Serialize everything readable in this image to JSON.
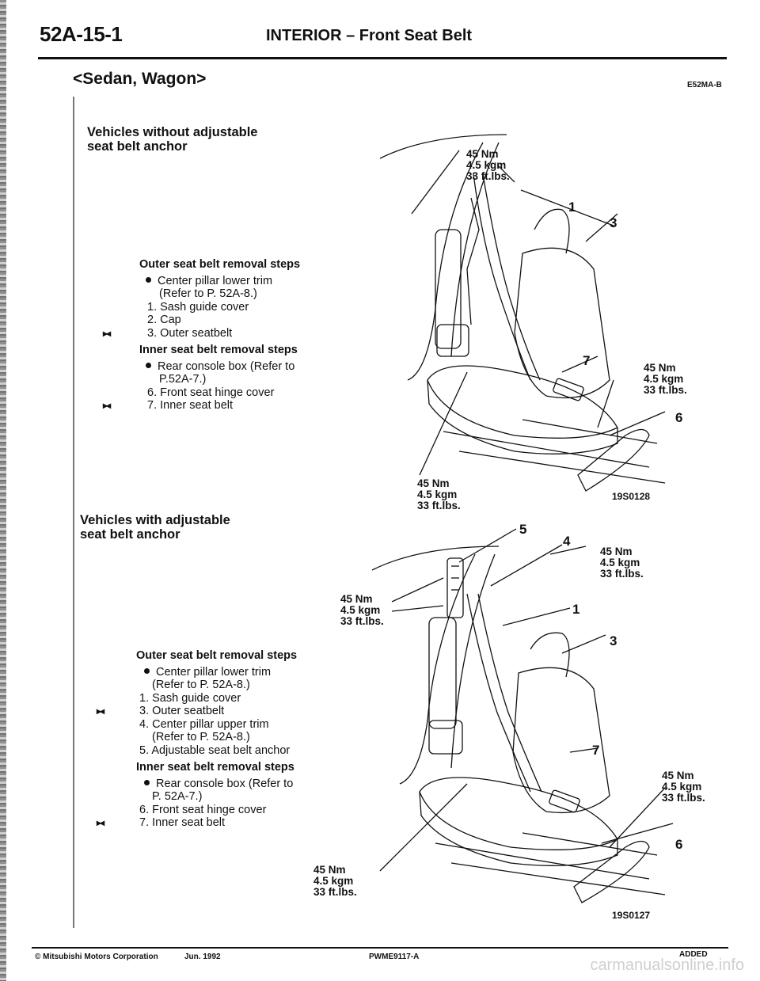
{
  "header": {
    "code": "52A-15-1",
    "title": "INTERIOR – Front Seat Belt"
  },
  "subtitle": "<Sedan, Wagon>",
  "doc_code": "E52MA-B",
  "section1": {
    "title_line1": "Vehicles without adjustable",
    "title_line2": "seat belt anchor",
    "outer_heading": "Outer seat belt removal steps",
    "outer_steps": [
      "Center pillar lower trim",
      "(Refer to P. 52A-8.)",
      "1. Sash guide cover",
      "2. Cap",
      "3. Outer seatbelt"
    ],
    "inner_heading": "Inner seat belt removal steps",
    "inner_steps": [
      "Rear console box (Refer to",
      "P.52A-7.)",
      "6. Front seat hinge cover",
      "7. Inner seat belt"
    ],
    "figure": {
      "torque_top": [
        "45 Nm",
        "4.5 kgm",
        "33 ft.lbs."
      ],
      "torque_right": [
        "45 Nm",
        "4.5 kgm",
        "33 ft.lbs."
      ],
      "torque_bottom": [
        "45 Nm",
        "4.5 kgm",
        "33 ft.lbs."
      ],
      "callouts": [
        "1",
        "3",
        "7",
        "6"
      ],
      "code": "19S0128"
    }
  },
  "section2": {
    "title_line1": "Vehicles with adjustable",
    "title_line2": "seat belt anchor",
    "outer_heading": "Outer seat belt removal steps",
    "outer_steps": [
      "Center pillar lower trim",
      "(Refer to P. 52A-8.)",
      "1. Sash guide cover",
      "3. Outer seatbelt",
      "4. Center pillar upper trim",
      "(Refer to P. 52A-8.)",
      "5. Adjustable seat belt anchor"
    ],
    "inner_heading": "Inner seat belt removal steps",
    "inner_steps": [
      "Rear console box (Refer to",
      "P. 52A-7.)",
      "6. Front seat hinge cover",
      "7. Inner seat belt"
    ],
    "figure": {
      "torque_left": [
        "45 Nm",
        "4.5 kgm",
        "33 ft.lbs."
      ],
      "torque_top_right": [
        "45 Nm",
        "4.5 kgm",
        "33 ft.lbs."
      ],
      "torque_right": [
        "45 Nm",
        "4.5 kgm",
        "33 ft.lbs."
      ],
      "torque_bottom": [
        "45 Nm",
        "4.5 kgm",
        "33 ft.lbs."
      ],
      "callouts": [
        "5",
        "4",
        "1",
        "3",
        "7",
        "6"
      ],
      "code": "19S0127"
    }
  },
  "footer": {
    "company": "© Mitsubishi Motors Corporation",
    "date": "Jun. 1992",
    "pub": "PWME9117-A",
    "added": "ADDED"
  },
  "watermark": "carmanualsonline.info"
}
